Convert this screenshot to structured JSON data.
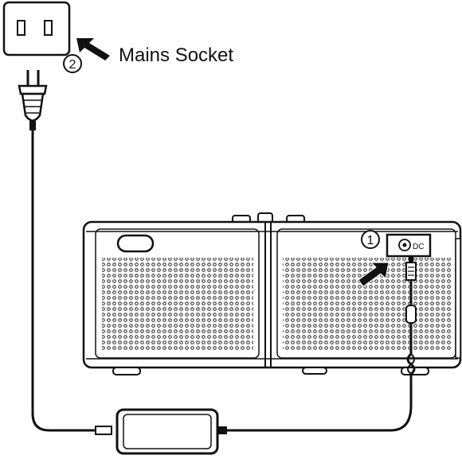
{
  "labels": {
    "mains_socket": "Mains Socket",
    "dc": "DC"
  },
  "steps": {
    "step1": "1",
    "step2": "2"
  },
  "colors": {
    "line": "#111111",
    "background": "#ffffff",
    "grille_dot": "#222222"
  },
  "icons": {
    "wall_outlet": "wall-outlet-icon",
    "plug": "power-plug-icon",
    "adapter": "power-adapter-icon",
    "arrow": "pointer-arrow-icon"
  }
}
